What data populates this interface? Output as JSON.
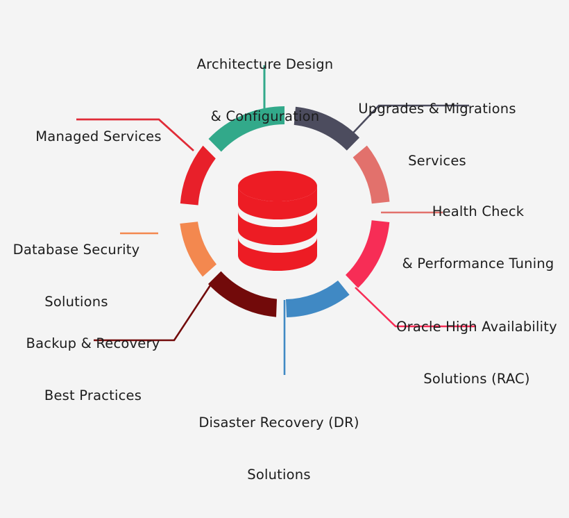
{
  "diagram": {
    "title": "Oracle Database Services Wheel",
    "background_color": "#f4f4f4",
    "center_icon": {
      "name": "database-cylinder-icon",
      "color": "#ed1c24",
      "disc_count": 3
    },
    "segments": [
      {
        "id": "architecture",
        "label_line1": "Architecture Design",
        "label_line2": "& Configuration",
        "color": "#32a98a",
        "position": "top"
      },
      {
        "id": "upgrades",
        "label_line1": "Upgrades & Migrations",
        "label_line2": "Services",
        "color": "#4c4c5e",
        "position": "top-right"
      },
      {
        "id": "health-check",
        "label_line1": "Health Check",
        "label_line2": "& Performance Tuning",
        "color": "#e2716c",
        "position": "right-upper"
      },
      {
        "id": "oracle-ha",
        "label_line1": "Oracle High Availability",
        "label_line2": "Solutions (RAC)",
        "color": "#f72d56",
        "position": "right-lower"
      },
      {
        "id": "disaster-recovery",
        "label_line1": "Disaster Recovery (DR)",
        "label_line2": "Solutions",
        "color": "#4089c4",
        "position": "bottom"
      },
      {
        "id": "backup-recovery",
        "label_line1": "Backup & Recovery",
        "label_line2": "Best Practices",
        "color": "#720a0a",
        "position": "bottom-left"
      },
      {
        "id": "database-security",
        "label_line1": "Database Security",
        "label_line2": "Solutions",
        "color": "#f3884f",
        "position": "left-lower"
      },
      {
        "id": "managed-services",
        "label_line1": "Managed Services",
        "label_line2": "",
        "color": "#e8202a",
        "position": "left-upper"
      }
    ]
  }
}
